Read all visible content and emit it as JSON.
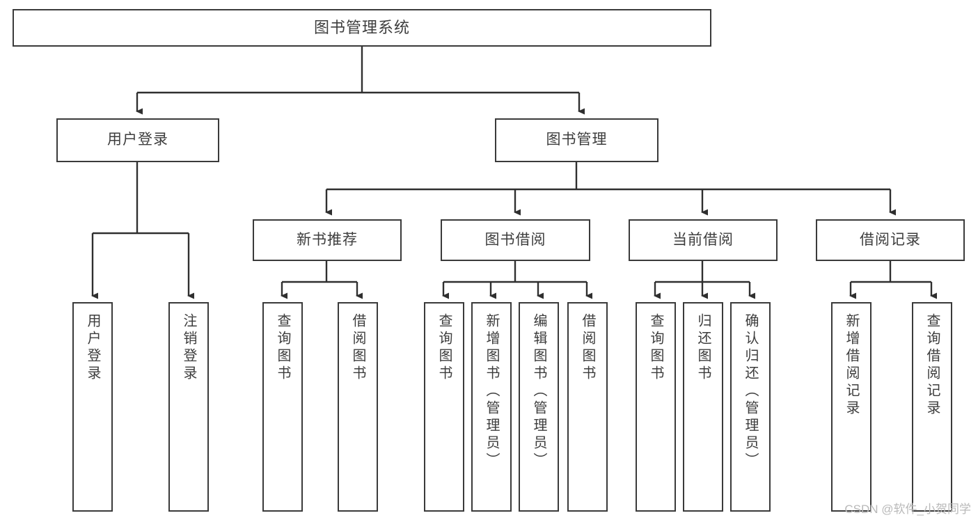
{
  "diagram": {
    "title": "图书管理系统",
    "type": "tree-hierarchy",
    "root": {
      "label": "图书管理系统"
    },
    "level2": [
      {
        "label": "用户登录"
      },
      {
        "label": "图书管理"
      }
    ],
    "level3": [
      {
        "label": "新书推荐"
      },
      {
        "label": "图书借阅"
      },
      {
        "label": "当前借阅"
      },
      {
        "label": "借阅记录"
      }
    ],
    "leaves": {
      "user_login": [
        {
          "label": "用户登录"
        },
        {
          "label": "注销登录"
        }
      ],
      "new_book_recommend": [
        {
          "label": "查询图书"
        },
        {
          "label": "借阅图书"
        }
      ],
      "book_borrow": [
        {
          "label": "查询图书"
        },
        {
          "label": "新增图书（管理员）"
        },
        {
          "label": "编辑图书（管理员）"
        },
        {
          "label": "借阅图书"
        }
      ],
      "current_borrow": [
        {
          "label": "查询图书"
        },
        {
          "label": "归还图书"
        },
        {
          "label": "确认归还（管理员）"
        }
      ],
      "borrow_record": [
        {
          "label": "新增借阅记录"
        },
        {
          "label": "查询借阅记录"
        }
      ]
    }
  },
  "watermark": {
    "text": "CSDN @软件_小贺同学"
  },
  "colors": {
    "box_border": "#3a3a3a",
    "text": "#3d3d3d",
    "background": "#ffffff",
    "connector": "#2f2f2f",
    "watermark": "#b9b9b9"
  }
}
